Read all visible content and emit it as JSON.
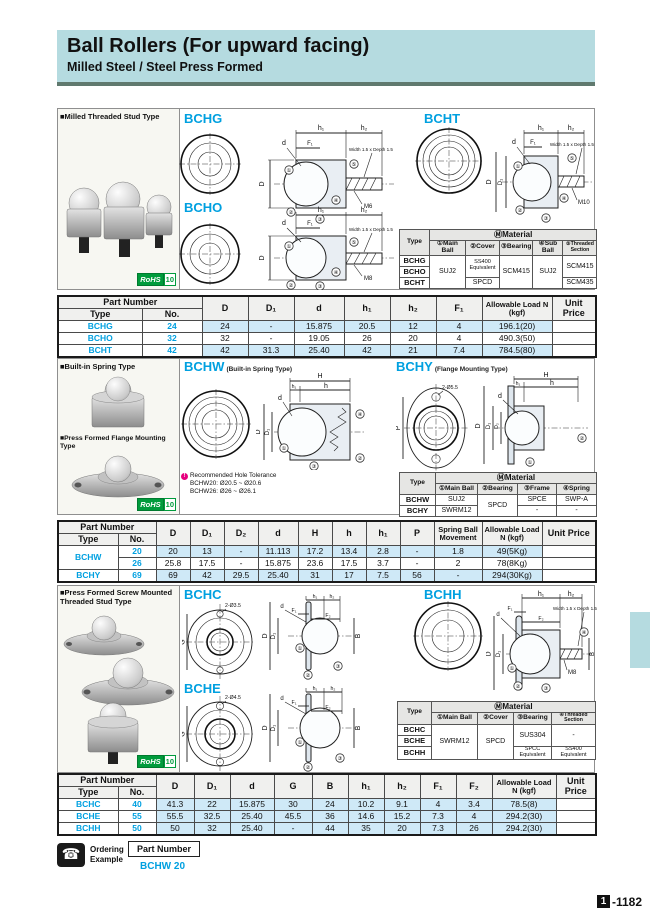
{
  "header": {
    "title": "Ball Rollers (For upward facing)",
    "subtitle": "Milled Steel / Steel Press Formed"
  },
  "colors": {
    "accent": "#00a0e0",
    "header_bg": "#b5dbe0",
    "rohs_green": "#009b3c",
    "row_blue": "#cfe9f7"
  },
  "ui": {
    "bullet": "■",
    "excl": "!"
  },
  "rohs": {
    "label": "RoHS",
    "num": "10"
  },
  "dims": {
    "D": "D",
    "D1": "D₁",
    "D2": "D₂",
    "d": "d",
    "h1": "h₁",
    "h2": "h₂",
    "F1": "F₁",
    "F2": "F₂",
    "H": "H",
    "h": "h",
    "B": "B",
    "G": "G",
    "P": "P"
  },
  "threads": {
    "m6": "M6",
    "m8": "M8",
    "m10": "M10"
  },
  "notes": {
    "width_depth": "Width 1.5 x Depth 1.5",
    "holes55": "2-Ø5.5",
    "holes35": "2-Ø3.5",
    "holes45": "2-Ø4.5"
  },
  "callouts": {
    "c1": "①",
    "c2": "②",
    "c3": "③",
    "c4": "④",
    "c5": "⑤"
  },
  "s1": {
    "panel_label": "Milled Threaded Stud Type",
    "h_bchg": "BCHG",
    "h_bcho": "BCHO",
    "h_bcht": "BCHT",
    "mat": {
      "header1": [
        {
          "t": "Type",
          "rs": 2
        },
        {
          "t": "ⓂMaterial",
          "cs": 5,
          "cls": "mt"
        }
      ],
      "header2": [
        {
          "t": "①Main Ball"
        },
        {
          "t": "②Cover"
        },
        {
          "t": "③Bearing"
        },
        {
          "t": "④Sub Ball"
        },
        {
          "t": "⑤Threaded Section",
          "cls": "tinyh"
        }
      ],
      "rows": [
        [
          {
            "t": "BCHG",
            "cls": "mtype"
          },
          {
            "t": "SUJ2",
            "rs": 3
          },
          {
            "t": "SS400 Equivalent",
            "rs": 2,
            "cls": "tiny"
          },
          {
            "t": "SCM415",
            "rs": 3
          },
          {
            "t": "SUJ2",
            "rs": 3
          },
          {
            "t": "SCM415",
            "rs": 2
          }
        ],
        [
          {
            "t": "BCHO",
            "cls": "mtype"
          }
        ],
        [
          {
            "t": "BCHT",
            "cls": "mtype"
          },
          {
            "t": "SPCD"
          },
          {
            "t": "SCM435"
          }
        ]
      ]
    }
  },
  "t1": {
    "header1": [
      {
        "t": "Part Number",
        "cs": 2
      },
      {
        "t": "D",
        "rs": 2
      },
      {
        "t": "D₁",
        "rs": 2
      },
      {
        "t": "d",
        "rs": 2
      },
      {
        "t": "h₁",
        "rs": 2
      },
      {
        "t": "h₂",
        "rs": 2
      },
      {
        "t": "F₁",
        "rs": 2
      },
      {
        "t": "Allowable Load N (kgf)",
        "rs": 2,
        "cls": "hw"
      },
      {
        "t": "Unit Price",
        "rs": 2
      }
    ],
    "header2": [
      {
        "t": "Type"
      },
      {
        "t": "No."
      }
    ],
    "rows": [
      [
        {
          "t": "BCHG",
          "cls": "pn"
        },
        {
          "t": "24",
          "cls": "pn"
        },
        {
          "t": "24"
        },
        {
          "t": "-"
        },
        {
          "t": "15.875"
        },
        {
          "t": "20.5"
        },
        {
          "t": "12"
        },
        {
          "t": "4"
        },
        {
          "t": "196.1(20)"
        },
        {
          "t": "",
          "n": "unit-price-cell"
        }
      ],
      [
        {
          "t": "BCHO",
          "cls": "pn"
        },
        {
          "t": "32",
          "cls": "pn"
        },
        {
          "t": "32"
        },
        {
          "t": "-"
        },
        {
          "t": "19.05"
        },
        {
          "t": "26"
        },
        {
          "t": "20"
        },
        {
          "t": "4"
        },
        {
          "t": "490.3(50)"
        },
        {
          "t": "",
          "n": "unit-price-cell"
        }
      ],
      [
        {
          "t": "BCHT",
          "cls": "pn"
        },
        {
          "t": "42",
          "cls": "pn"
        },
        {
          "t": "42"
        },
        {
          "t": "31.3"
        },
        {
          "t": "25.40"
        },
        {
          "t": "42"
        },
        {
          "t": "21"
        },
        {
          "t": "7.4"
        },
        {
          "t": "784.5(80)"
        },
        {
          "t": "",
          "n": "unit-price-cell"
        }
      ]
    ]
  },
  "s2": {
    "panel_label1": "Built-in Spring Type",
    "panel_label2": "Press Formed Flange Mounting Type",
    "h_bchw": "BCHW",
    "h_bchw_sub": "(Built-in Spring Type)",
    "h_bchy": "BCHY",
    "h_bchy_sub": "(Flange Mounting Type)",
    "note_title": "Recommended Hole Tolerance",
    "note_line1": "BCHW20: Ø20.5 ~ Ø20.6",
    "note_line2": "BCHW26: Ø26 ~ Ø26.1",
    "mat": {
      "header1": [
        {
          "t": "Type",
          "rs": 2
        },
        {
          "t": "ⓂMaterial",
          "cs": 4,
          "cls": "mt"
        }
      ],
      "header2": [
        {
          "t": "①Main Ball"
        },
        {
          "t": "②Bearing"
        },
        {
          "t": "③Frame"
        },
        {
          "t": "④Spring"
        }
      ],
      "rows": [
        [
          {
            "t": "BCHW",
            "cls": "mtype"
          },
          {
            "t": "SUJ2"
          },
          {
            "t": "SPCD",
            "rs": 2
          },
          {
            "t": "SPCE"
          },
          {
            "t": "SWP-A"
          }
        ],
        [
          {
            "t": "BCHY",
            "cls": "mtype"
          },
          {
            "t": "SWRM12"
          },
          {
            "t": "-"
          },
          {
            "t": "-"
          }
        ]
      ]
    }
  },
  "t2": {
    "header1": [
      {
        "t": "Part Number",
        "cs": 2
      },
      {
        "t": "D",
        "rs": 2
      },
      {
        "t": "D₁",
        "rs": 2
      },
      {
        "t": "D₂",
        "rs": 2
      },
      {
        "t": "d",
        "rs": 2
      },
      {
        "t": "H",
        "rs": 2
      },
      {
        "t": "h",
        "rs": 2
      },
      {
        "t": "h₁",
        "rs": 2
      },
      {
        "t": "P",
        "rs": 2
      },
      {
        "t": "Spring Ball Movement",
        "rs": 2,
        "cls": "hw"
      },
      {
        "t": "Allowable Load N (kgf)",
        "rs": 2,
        "cls": "hw"
      },
      {
        "t": "Unit Price",
        "rs": 2
      }
    ],
    "header2": [
      {
        "t": "Type"
      },
      {
        "t": "No."
      }
    ],
    "rows": [
      [
        {
          "t": "BCHW",
          "cls": "pn",
          "rs": 2
        },
        {
          "t": "20",
          "cls": "pn"
        },
        {
          "t": "20"
        },
        {
          "t": "13"
        },
        {
          "t": "-"
        },
        {
          "t": "11.113"
        },
        {
          "t": "17.2"
        },
        {
          "t": "13.4"
        },
        {
          "t": "2.8"
        },
        {
          "t": "-"
        },
        {
          "t": "1.8"
        },
        {
          "t": "49(5Kg)"
        },
        {
          "t": "",
          "n": "unit-price-cell"
        }
      ],
      [
        {
          "t": "26",
          "cls": "pn"
        },
        {
          "t": "25.8"
        },
        {
          "t": "17.5"
        },
        {
          "t": "-"
        },
        {
          "t": "15.875"
        },
        {
          "t": "23.6"
        },
        {
          "t": "17.5"
        },
        {
          "t": "3.7"
        },
        {
          "t": "-"
        },
        {
          "t": "2"
        },
        {
          "t": "78(8Kg)"
        },
        {
          "t": "",
          "n": "unit-price-cell"
        }
      ],
      [
        {
          "t": "BCHY",
          "cls": "pn"
        },
        {
          "t": "69",
          "cls": "pn"
        },
        {
          "t": "69"
        },
        {
          "t": "42"
        },
        {
          "t": "29.5"
        },
        {
          "t": "25.40"
        },
        {
          "t": "31"
        },
        {
          "t": "17"
        },
        {
          "t": "7.5"
        },
        {
          "t": "56"
        },
        {
          "t": "-"
        },
        {
          "t": "294(30Kg)"
        },
        {
          "t": "",
          "n": "unit-price-cell"
        }
      ]
    ]
  },
  "s3": {
    "panel_label": "Press Formed Screw Mounted Threaded Stud Type",
    "h_bchc": "BCHC",
    "h_bche": "BCHE",
    "h_bchh": "BCHH",
    "mat": {
      "header1": [
        {
          "t": "Type",
          "rs": 2
        },
        {
          "t": "ⓂMaterial",
          "cs": 4,
          "cls": "mt"
        }
      ],
      "header2": [
        {
          "t": "①Main Ball"
        },
        {
          "t": "②Cover"
        },
        {
          "t": "③Bearing"
        },
        {
          "t": "④Threaded Section",
          "cls": "tinyh"
        }
      ],
      "rows": [
        [
          {
            "t": "BCHC",
            "cls": "mtype"
          },
          {
            "t": "SWRM12",
            "rs": 3
          },
          {
            "t": "SPCD",
            "rs": 3
          },
          {
            "t": "SUS304",
            "rs": 2
          },
          {
            "t": "-",
            "rs": 2
          }
        ],
        [
          {
            "t": "BCHE",
            "cls": "mtype"
          }
        ],
        [
          {
            "t": "BCHH",
            "cls": "mtype"
          },
          {
            "t": "SPCC Equivalent",
            "cls": "tiny"
          },
          {
            "t": "SS400 Equivalent",
            "cls": "tiny"
          }
        ]
      ]
    }
  },
  "t3": {
    "header1": [
      {
        "t": "Part Number",
        "cs": 2
      },
      {
        "t": "D",
        "rs": 2
      },
      {
        "t": "D₁",
        "rs": 2
      },
      {
        "t": "d",
        "rs": 2
      },
      {
        "t": "G",
        "rs": 2
      },
      {
        "t": "B",
        "rs": 2
      },
      {
        "t": "h₁",
        "rs": 2
      },
      {
        "t": "h₂",
        "rs": 2
      },
      {
        "t": "F₁",
        "rs": 2
      },
      {
        "t": "F₂",
        "rs": 2
      },
      {
        "t": "Allowable Load N (kgf)",
        "rs": 2,
        "cls": "hw"
      },
      {
        "t": "Unit Price",
        "rs": 2
      }
    ],
    "header2": [
      {
        "t": "Type"
      },
      {
        "t": "No."
      }
    ],
    "rows": [
      [
        {
          "t": "BCHC",
          "cls": "pn"
        },
        {
          "t": "40",
          "cls": "pn"
        },
        {
          "t": "41.3"
        },
        {
          "t": "22"
        },
        {
          "t": "15.875"
        },
        {
          "t": "30"
        },
        {
          "t": "24"
        },
        {
          "t": "10.2"
        },
        {
          "t": "9.1"
        },
        {
          "t": "4"
        },
        {
          "t": "3.4"
        },
        {
          "t": "78.5(8)"
        },
        {
          "t": "",
          "n": "unit-price-cell"
        }
      ],
      [
        {
          "t": "BCHE",
          "cls": "pn"
        },
        {
          "t": "55",
          "cls": "pn"
        },
        {
          "t": "55.5"
        },
        {
          "t": "32.5"
        },
        {
          "t": "25.40"
        },
        {
          "t": "45.5"
        },
        {
          "t": "36"
        },
        {
          "t": "14.6"
        },
        {
          "t": "15.2"
        },
        {
          "t": "7.3"
        },
        {
          "t": "4"
        },
        {
          "t": "294.2(30)"
        },
        {
          "t": "",
          "n": "unit-price-cell"
        }
      ],
      [
        {
          "t": "BCHH",
          "cls": "pn"
        },
        {
          "t": "50",
          "cls": "pn"
        },
        {
          "t": "50"
        },
        {
          "t": "32"
        },
        {
          "t": "25.40"
        },
        {
          "t": "-"
        },
        {
          "t": "44"
        },
        {
          "t": "35"
        },
        {
          "t": "20"
        },
        {
          "t": "7.3"
        },
        {
          "t": "26"
        },
        {
          "t": "294.2(30)"
        },
        {
          "t": "",
          "n": "unit-price-cell"
        }
      ]
    ]
  },
  "footer": {
    "ordering_line1": "Ordering",
    "ordering_line2": "Example",
    "part_number_label": "Part Number",
    "example_value": "BCHW 20",
    "phone_icon": "☎",
    "page_box": "1",
    "page_suffix": "-1182"
  }
}
